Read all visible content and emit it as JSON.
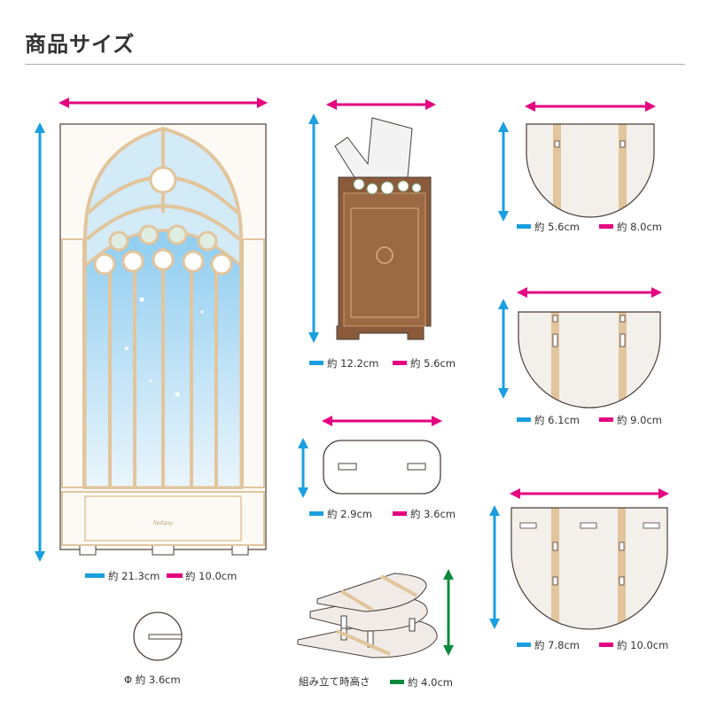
{
  "title": "商品サイズ",
  "colors": {
    "height": "#1a9fe0",
    "width": "#e4007f",
    "assembled": "#0a8a3c",
    "wood": "#e2c59c",
    "outline": "#4a3f3a"
  },
  "items": [
    {
      "name": "window-backdrop",
      "height": "約 21.3cm",
      "width": "約 10.0cm"
    },
    {
      "name": "pulpit-stand",
      "height": "約 12.2cm",
      "width": "約 5.6cm"
    },
    {
      "name": "base",
      "height": "約 2.9cm",
      "width": "約 3.6cm"
    },
    {
      "name": "shelf-small",
      "height": "約 5.6cm",
      "width": "約 8.0cm"
    },
    {
      "name": "shelf-medium",
      "height": "約 6.1cm",
      "width": "約 9.0cm"
    },
    {
      "name": "shelf-large",
      "height": "約 7.8cm",
      "width": "約 10.0cm"
    }
  ],
  "round_stand": {
    "diameter": "Φ 約 3.6cm"
  },
  "assembled": {
    "label": "組み立て時高さ",
    "height": "約 4.0cm"
  },
  "window_logo": "fantasy"
}
